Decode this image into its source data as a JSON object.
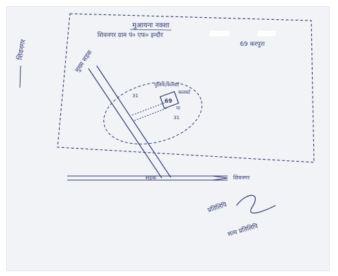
{
  "document": {
    "type": "handwritten site sketch (Hindi)",
    "title": "मुआयना नक्शा",
    "subtitle_line": "शिवनगर ग्राम पं० एफ० इन्दौर",
    "subtitle_line2": "69 करपुरा",
    "side_note": "शिवनगर",
    "road_label": "मुख्य सड़क",
    "plot_label": "पुलिया/कलवर्ट",
    "plot_label2": "कलवर्ट",
    "plot_number": "69",
    "bottom_road_label": "सड़क",
    "bottom_right_label": "शिवनगर",
    "signature_label_1": "प्रतिलिपि",
    "signature_label_2": "सत्य प्रतिलिपि"
  },
  "colors": {
    "ink": "#2f3a6b",
    "paper": "#f1f3f7"
  }
}
